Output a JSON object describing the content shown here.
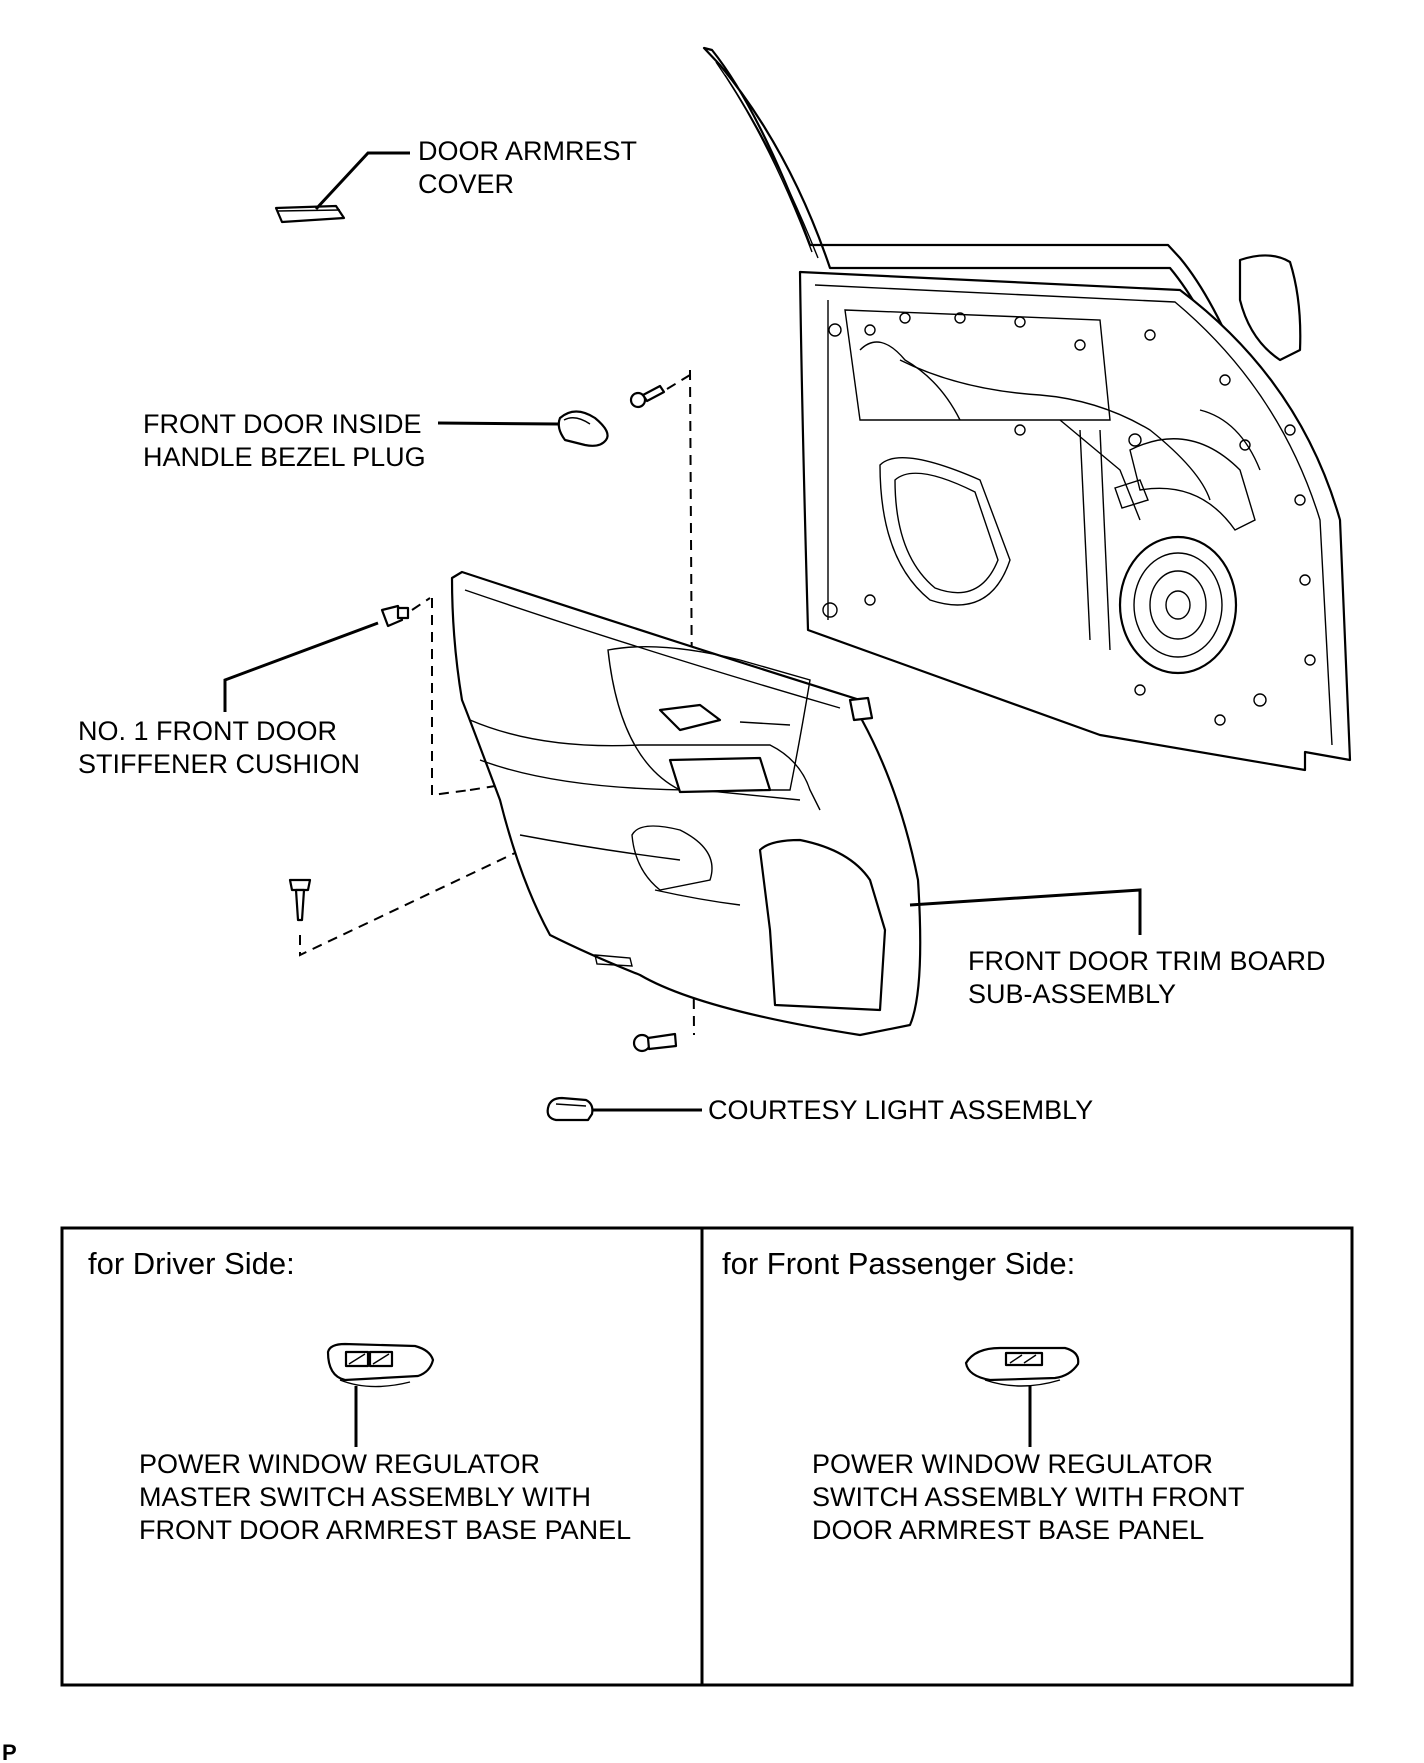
{
  "labels": {
    "door_armrest_cover": [
      "DOOR ARMREST",
      "COVER"
    ],
    "inside_handle_bezel_plug": [
      "FRONT DOOR INSIDE",
      "HANDLE BEZEL PLUG"
    ],
    "stiffener_cushion": [
      "NO. 1 FRONT DOOR",
      "STIFFENER CUSHION"
    ],
    "trim_board": [
      "FRONT DOOR TRIM BOARD",
      "SUB-ASSEMBLY"
    ],
    "courtesy_light": "COURTESY LIGHT ASSEMBLY"
  },
  "variants": {
    "driver": {
      "header": "for Driver Side:",
      "part_name": [
        "POWER WINDOW REGULATOR",
        "MASTER SWITCH ASSEMBLY WITH",
        "FRONT DOOR ARMREST BASE PANEL"
      ]
    },
    "passenger": {
      "header": "for Front Passenger Side:",
      "part_name": [
        "POWER WINDOW REGULATOR",
        "SWITCH ASSEMBLY WITH FRONT",
        "DOOR ARMREST BASE PANEL"
      ]
    }
  },
  "corner_code": "P"
}
